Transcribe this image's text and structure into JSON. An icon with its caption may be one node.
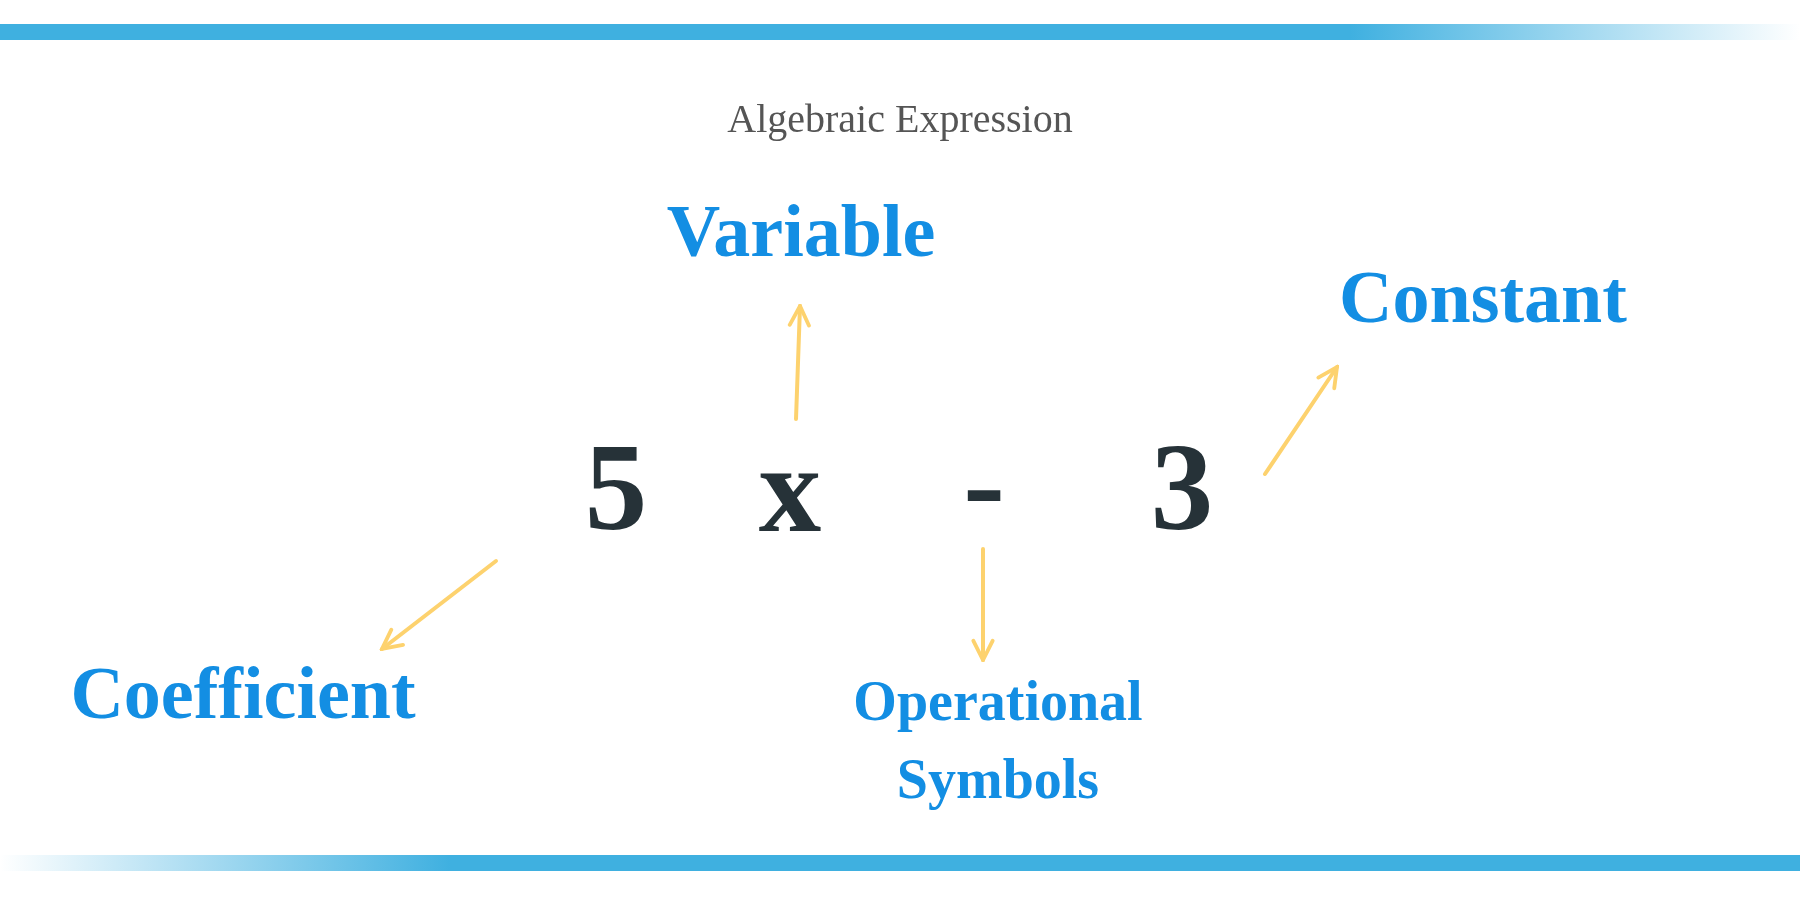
{
  "diagram": {
    "title": "Algebraic Expression",
    "nodes": [
      {
        "text": [
          "5"
        ]
      },
      {
        "text": [
          "x"
        ]
      },
      {
        "text": [
          "-"
        ]
      },
      {
        "text": [
          "3"
        ]
      },
      {
        "text": [
          "Variable"
        ]
      },
      {
        "text": [
          "Constant"
        ]
      },
      {
        "text": [
          "Coefficient"
        ]
      },
      {
        "text": [
          "Operational Symbols"
        ]
      }
    ],
    "edges": [
      {
        "from": 1,
        "to": 4,
        "arrow": "to"
      },
      {
        "from": 3,
        "to": 5,
        "arrow": "to"
      },
      {
        "from": 0,
        "to": 6,
        "arrow": "to"
      },
      {
        "from": 2,
        "to": 7,
        "arrow": "to"
      }
    ]
  }
}
